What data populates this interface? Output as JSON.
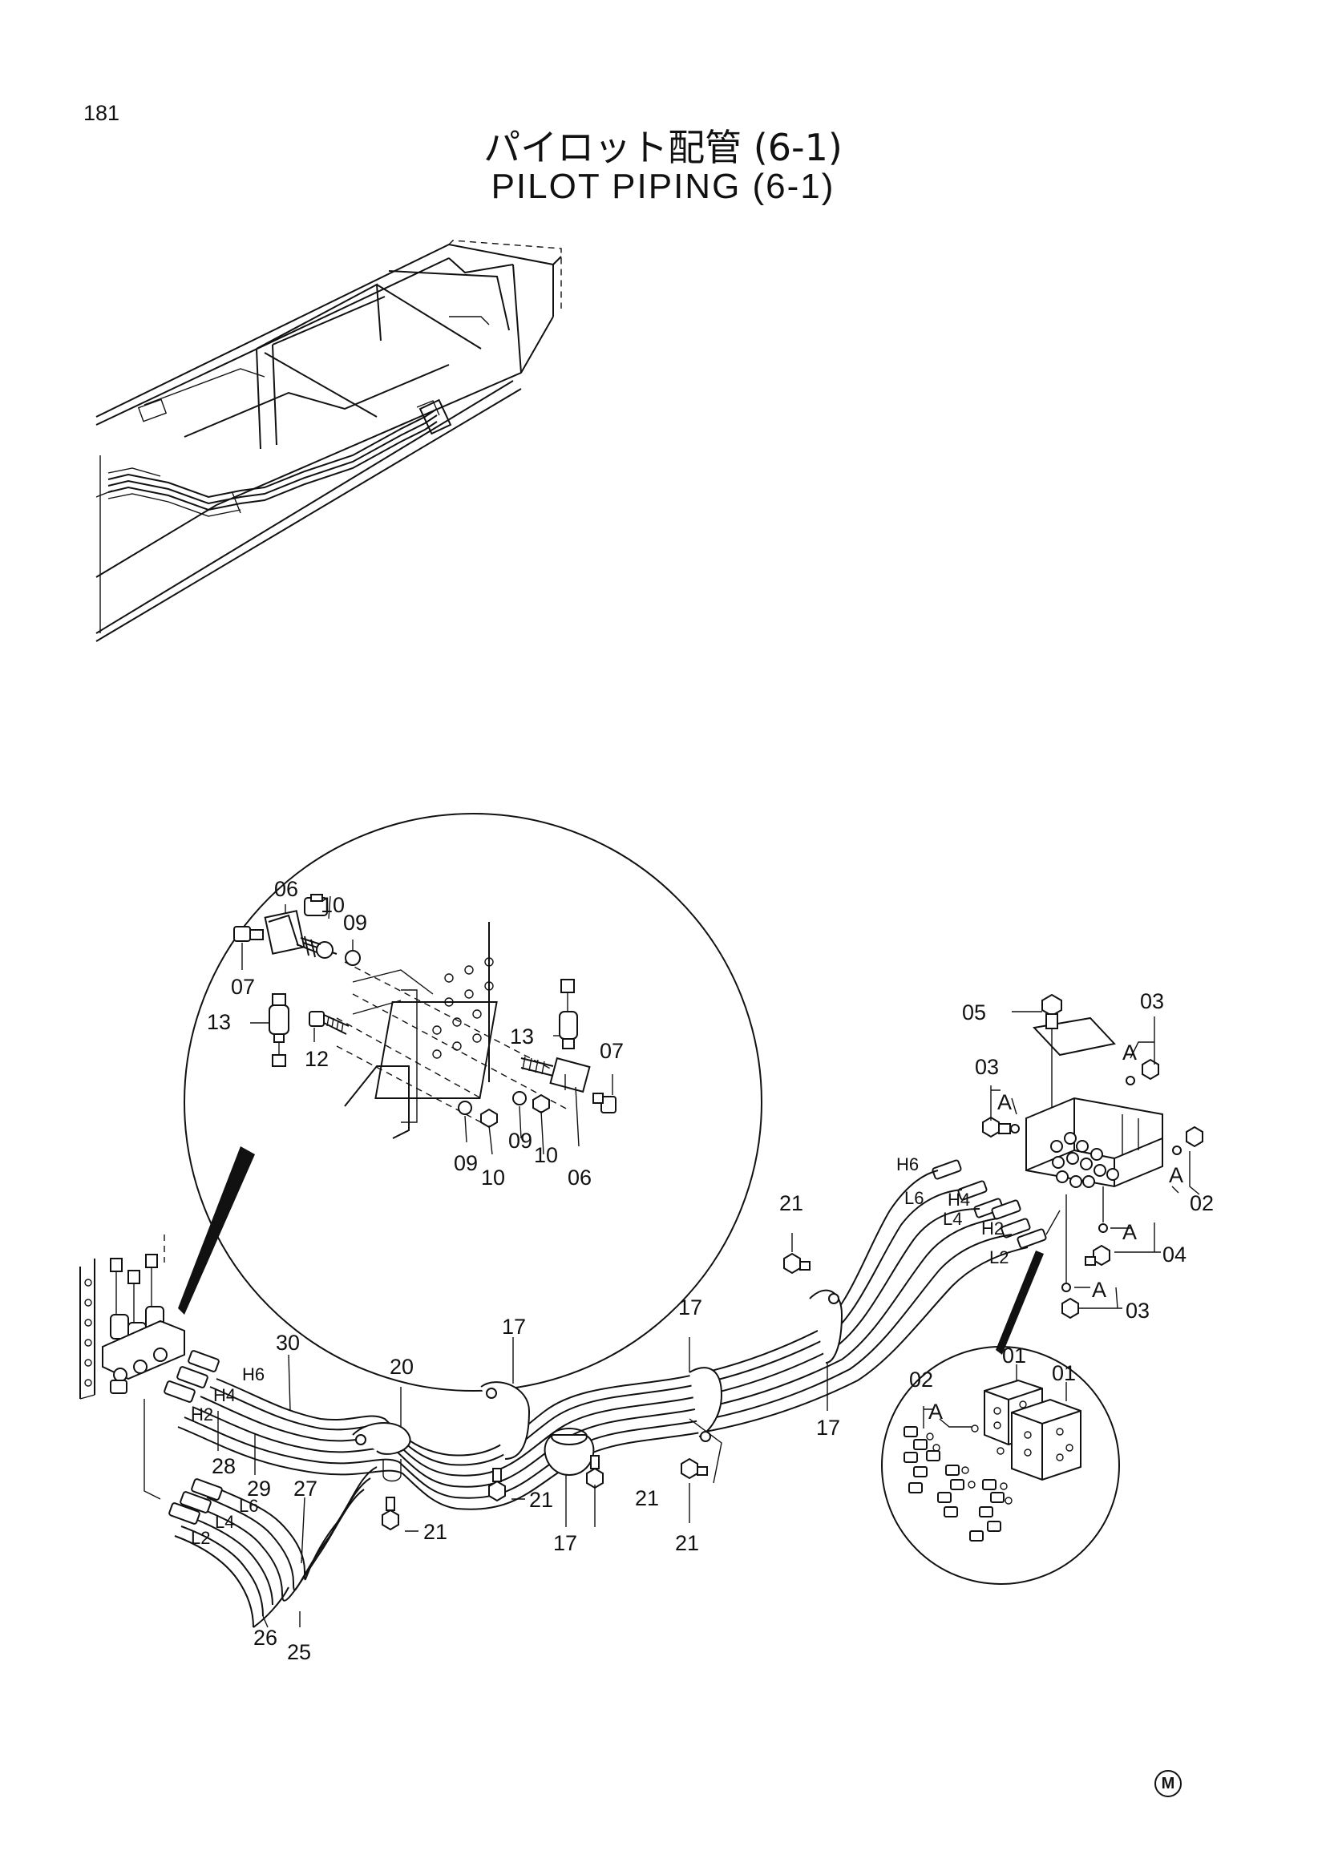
{
  "page_number": "181",
  "title_jp": "パイロット配管 (6-1)",
  "title_en": "PILOT PIPING (6-1)",
  "maker_mark": "M",
  "detail_top_labels": {
    "p06a": "06",
    "p10a": "10",
    "p09a": "09",
    "p07a": "07",
    "p13a": "13",
    "p12": "12",
    "p13b": "13",
    "p07b": "07",
    "p09b": "09",
    "p10b": "10",
    "p09c": "09",
    "p10c": "10",
    "p06b": "06"
  },
  "valve_labels": {
    "p05": "05",
    "p03a": "03",
    "p03b": "03",
    "a1": "A",
    "a2": "A",
    "a3": "A",
    "a4": "A",
    "a5": "A",
    "p02": "02",
    "p04": "04",
    "p03c": "03",
    "h6": "H6",
    "l6": "L6",
    "h4": "H4",
    "l4": "L4",
    "h2": "H2",
    "l2": "L2"
  },
  "hose_labels": {
    "p21a": "21",
    "p17a": "17",
    "p17b": "17",
    "p17c": "17",
    "p20": "20",
    "p30": "30",
    "h6": "H6",
    "h4": "H4",
    "h2": "H2",
    "p28": "28",
    "p29": "29",
    "p27": "27",
    "l6": "L6",
    "l4": "L4",
    "l2": "L2",
    "p21b": "21",
    "p21c": "21",
    "p21d": "21",
    "p17d": "17",
    "p21e": "21",
    "p26": "26",
    "p25": "25"
  },
  "detail_bottom_labels": {
    "p01a": "01",
    "p01b": "01",
    "p02": "02",
    "a": "A"
  }
}
